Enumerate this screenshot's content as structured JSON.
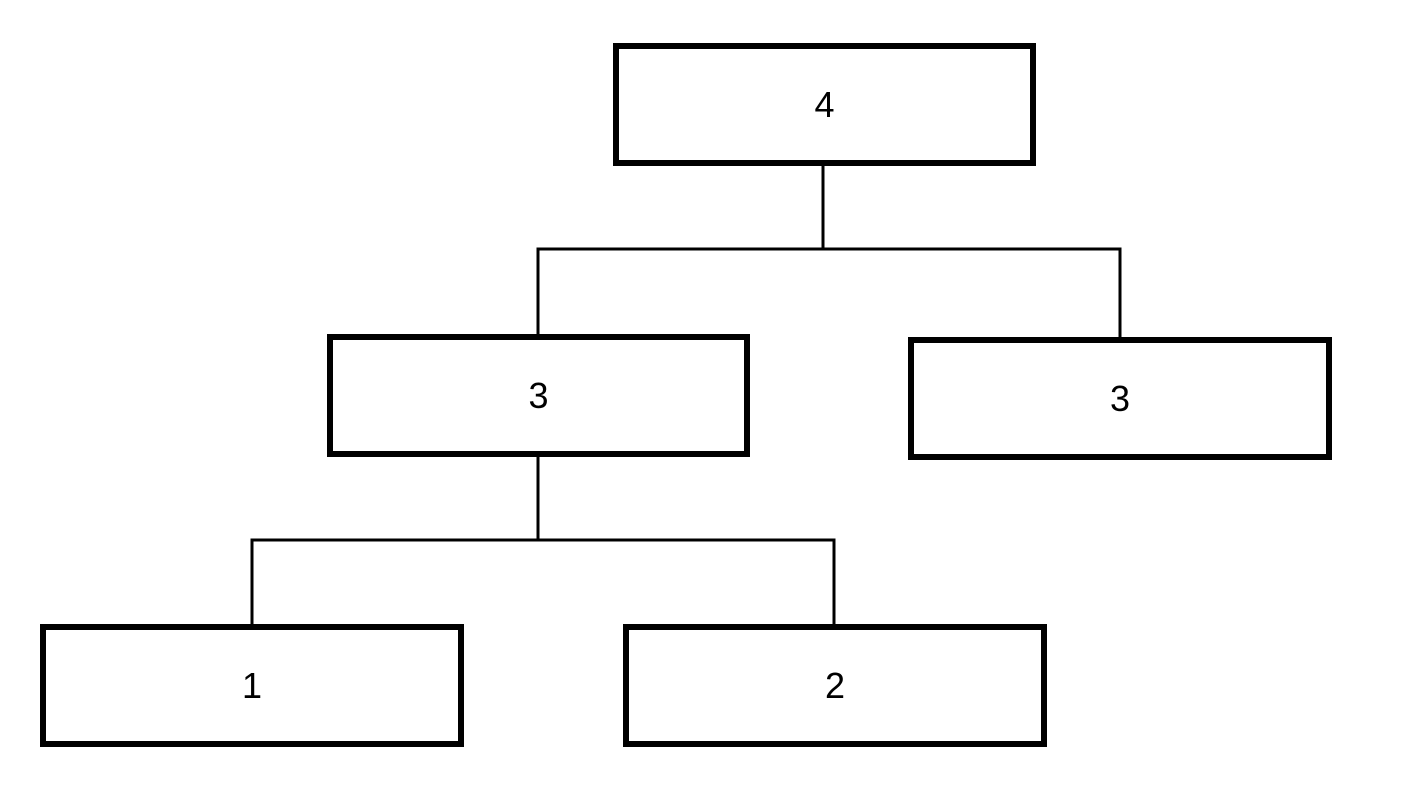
{
  "tree": {
    "root": {
      "label": "4"
    },
    "mid_left": {
      "label": "3"
    },
    "mid_right": {
      "label": "3"
    },
    "leaf_left": {
      "label": "1"
    },
    "leaf_right": {
      "label": "2"
    }
  },
  "colors": {
    "stroke": "#000000",
    "background": "#ffffff"
  }
}
